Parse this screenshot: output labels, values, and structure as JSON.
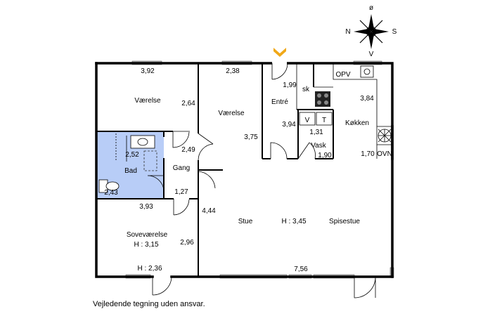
{
  "compass": {
    "north": "ø",
    "west": "N",
    "east": "S",
    "south": "V"
  },
  "rooms": {
    "vaerelse1": {
      "name": "Værelse",
      "width": "3,92",
      "depth": "2,64"
    },
    "vaerelse2": {
      "name": "Værelse",
      "width": "2,38",
      "depth": "3,75"
    },
    "entre": {
      "name": "Entré",
      "width": "1,99",
      "depth": "3,94",
      "closet": "sk"
    },
    "kokken": {
      "name": "Køkken",
      "depth": "3,84",
      "width": "1,70",
      "hood": "OPV",
      "oven": "OVN"
    },
    "bad": {
      "name": "Bad",
      "width": "2,52",
      "depth": "2,43"
    },
    "gang": {
      "name": "Gang",
      "depth": "2,49",
      "width": "1,27"
    },
    "vask": {
      "name": "Vask",
      "width": "1,31",
      "depth": "1,90",
      "washer": "V",
      "dryer": "T"
    },
    "stue": {
      "name": "Stue",
      "depth": "4,44",
      "height": "H : 3,45",
      "width": "7,56"
    },
    "spisestue": {
      "name": "Spisestue"
    },
    "sovevaerelse": {
      "name": "Soveværelse",
      "height": "H : 3,15",
      "width": "3,93",
      "depth": "2,96",
      "height2": "H : 2,36"
    }
  },
  "disclaimer": "Vejledende tegning uden ansvar.",
  "colors": {
    "bathroom": "#b8cdf7",
    "entrance_marker": "#f0a818",
    "window": "#b8b8b8"
  }
}
